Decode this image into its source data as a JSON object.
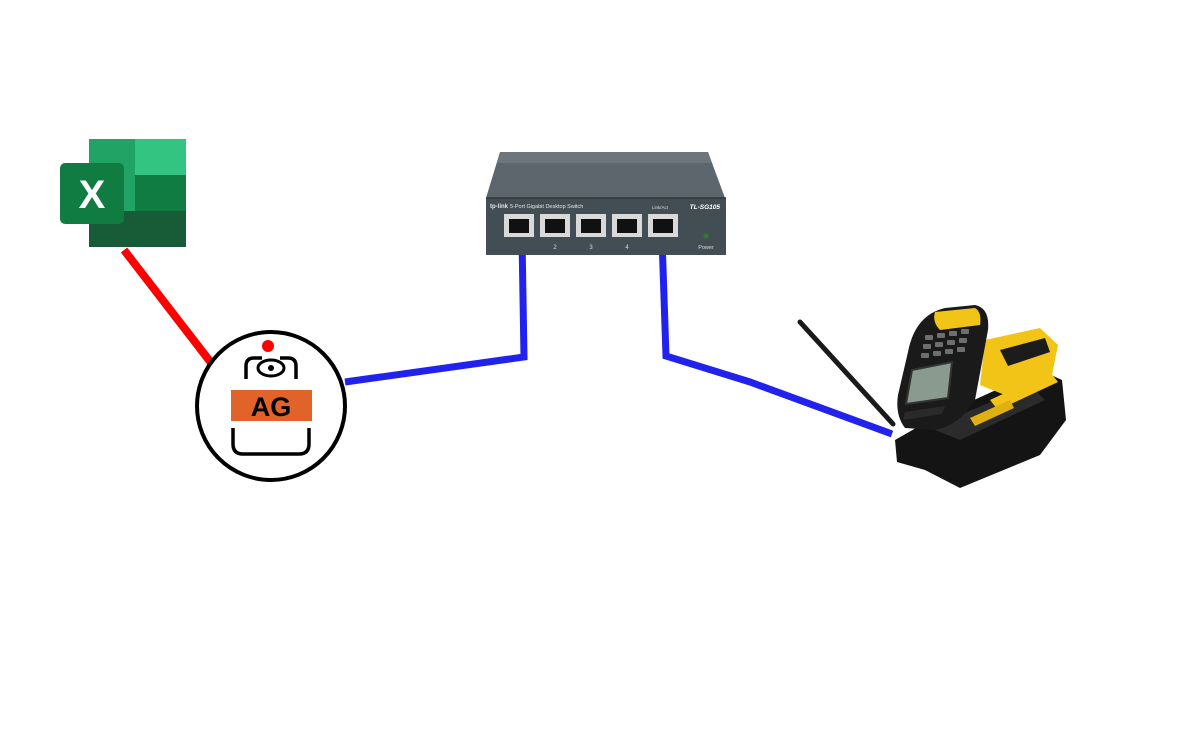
{
  "diagram": {
    "nodes": {
      "excel": {
        "icon": "excel-icon",
        "letter": "X"
      },
      "ag": {
        "icon": "ag-logo",
        "label": "AG"
      },
      "switch": {
        "icon": "network-switch",
        "brand": "tp-link",
        "description": "5-Port Gigabit Desktop Switch",
        "model": "TL-SG105",
        "port_labels": [
          "2",
          "3",
          "4"
        ],
        "link_act": "Link/Act",
        "power": "Power"
      },
      "scanner": {
        "icon": "barcode-scanner"
      }
    },
    "connections": [
      {
        "from": "excel",
        "to": "ag",
        "color": "#ff0000"
      },
      {
        "from": "ag",
        "to": "switch",
        "color": "#2222ee"
      },
      {
        "from": "switch",
        "to": "scanner",
        "color": "#2222ee"
      }
    ],
    "colors": {
      "excel_dark": "#107c41",
      "excel_light": "#33c481",
      "ag_orange": "#e2632a",
      "ag_dot": "#ff0000",
      "switch_body": "#4a555c",
      "scanner_yellow": "#f2c418"
    }
  }
}
